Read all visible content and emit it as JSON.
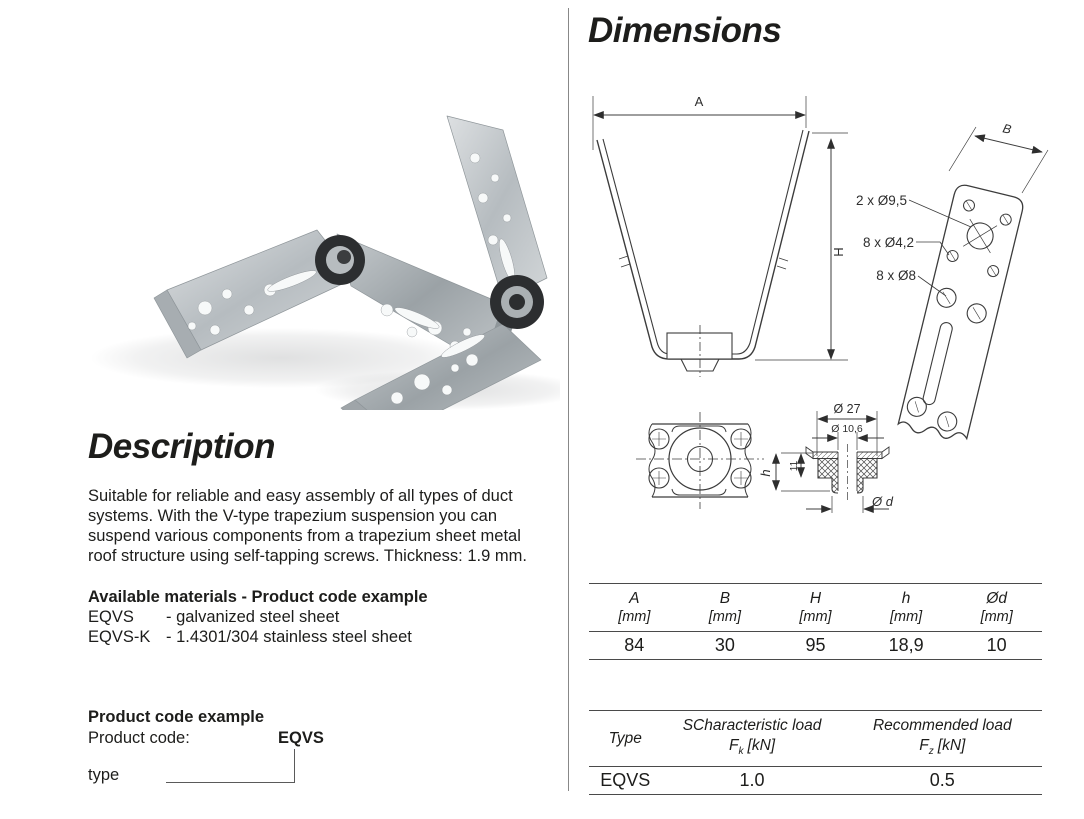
{
  "left": {
    "description": {
      "heading": "Description",
      "body_lines": [
        "Suitable for reliable and easy assembly of all types of duct",
        "systems. With the V-type trapezium suspension you can",
        "suspend various components from a trapezium sheet metal",
        "roof structure using self-tapping screws. Thickness: 1.9 mm."
      ],
      "materials_heading": "Available materials - Product code example",
      "materials": [
        {
          "code": "EQVS",
          "desc": "- galvanized steel sheet"
        },
        {
          "code": "EQVS-K",
          "desc": "- 1.4301/304 stainless steel sheet"
        }
      ],
      "pce_heading": "Product code example",
      "pc_label": "Product code:",
      "pc_value": "EQVS",
      "type_label": "type"
    }
  },
  "right": {
    "heading": "Dimensions",
    "drawing": {
      "label_a": "A",
      "label_h": "H",
      "label_b": "B",
      "callouts": [
        "2 x Ø9,5",
        "8 x Ø4,2",
        "8 x Ø8"
      ],
      "label_o27": "Ø 27",
      "label_o106": "Ø 10,6",
      "label_h_small": "h",
      "label_11": "11",
      "label_od": "Ø d"
    },
    "size_table": {
      "symbols": [
        "A",
        "B",
        "H",
        "h",
        "Ød"
      ],
      "unit": "[mm]",
      "values": [
        "84",
        "30",
        "95",
        "18,9",
        "10"
      ]
    },
    "load_table": {
      "type_header": "Type",
      "col1_title": "SCharacteristic load",
      "col1_f": "F",
      "col1_sub": "k",
      "col1_unit": "[kN]",
      "col2_title": "Recommended load",
      "col2_f": "F",
      "col2_sub": "z",
      "col2_unit": "[kN]",
      "row": {
        "type": "EQVS",
        "fk": "1.0",
        "fz": "0.5"
      }
    },
    "colors": {
      "line": "#3c3c3c",
      "text": "#1d1d1b"
    }
  }
}
